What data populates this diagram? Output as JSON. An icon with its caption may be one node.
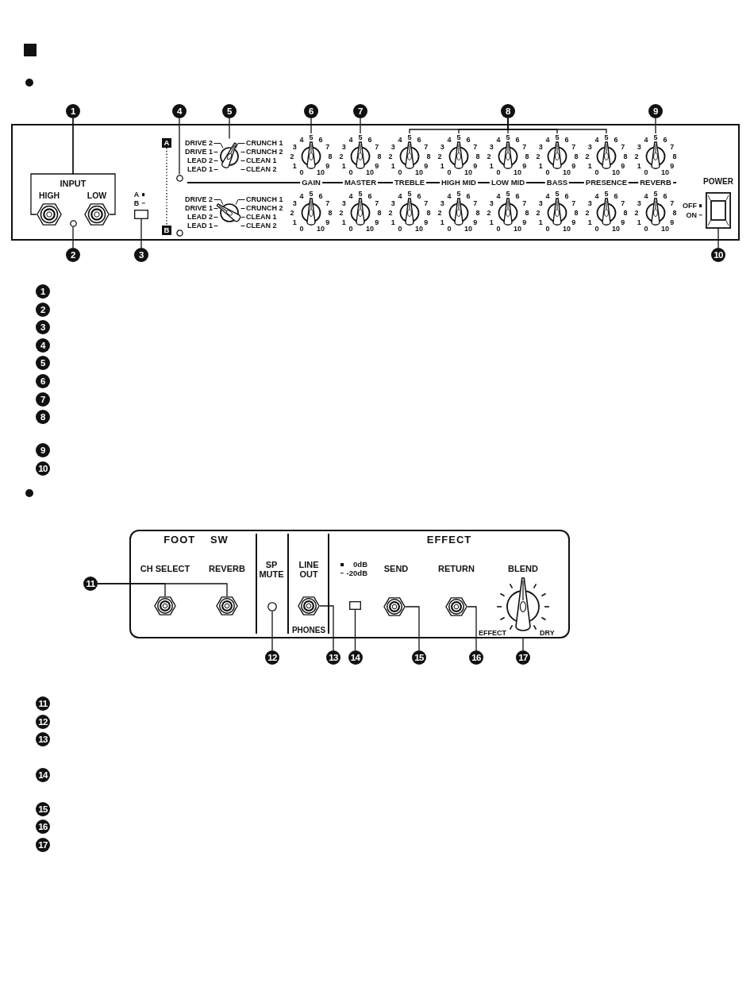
{
  "diagram": {
    "nodes": [
      {
        "text": [
          "1"
        ]
      },
      {
        "text": [
          "4"
        ]
      },
      {
        "text": [
          "5"
        ]
      },
      {
        "text": [
          "6"
        ]
      },
      {
        "text": [
          "7"
        ]
      },
      {
        "text": [
          "8"
        ]
      },
      {
        "text": [
          "9"
        ]
      },
      {
        "text": [],
        "shape": "picture"
      },
      {
        "text": [],
        "shape": "picture"
      },
      {
        "text": [],
        "shape": "circle"
      },
      {
        "text": [],
        "shape": "box",
        "beside": [
          "A",
          "B"
        ]
      },
      {
        "text": [
          "A"
        ]
      },
      {
        "text": [
          "B"
        ]
      },
      {
        "text": [],
        "shape": "circle"
      },
      {
        "text": [
          "DRIVE 2",
          "CRUNCH 1",
          "DRIVE 1",
          "CRUNCH 2",
          "LEAD 2",
          "CLEAN 1",
          "LEAD 1",
          "CLEAN 2"
        ]
      },
      {
        "text": [
          "DRIVE 2",
          "CRUNCH 1",
          "DRIVE 1",
          "CRUNCH 2",
          "LEAD 2",
          "CLEAN 1",
          "LEAD 1",
          "CLEAN 2"
        ]
      },
      {
        "text": [
          "0",
          "1",
          "2",
          "3",
          "4",
          "5",
          "6",
          "7",
          "8",
          "9",
          "10"
        ]
      },
      {
        "text": [
          "0",
          "1",
          "2",
          "3",
          "4",
          "5",
          "6",
          "7",
          "8",
          "9",
          "10"
        ]
      },
      {
        "text": [
          "0",
          "1",
          "2",
          "3",
          "4",
          "5",
          "6",
          "7",
          "8",
          "9",
          "10"
        ]
      },
      {
        "text": [
          "0",
          "1",
          "2",
          "3",
          "4",
          "5",
          "6",
          "7",
          "8",
          "9",
          "10"
        ]
      },
      {
        "text": [
          "0",
          "1",
          "2",
          "3",
          "4",
          "5",
          "6",
          "7",
          "8",
          "9",
          "10"
        ]
      },
      {
        "text": [
          "0",
          "1",
          "2",
          "3",
          "4",
          "5",
          "6",
          "7",
          "8",
          "9",
          "10"
        ]
      },
      {
        "text": [
          "0",
          "1",
          "2",
          "3",
          "4",
          "5",
          "6",
          "7",
          "8",
          "9",
          "10"
        ]
      },
      {
        "text": [
          "0",
          "1",
          "2",
          "3",
          "4",
          "5",
          "6",
          "7",
          "8",
          "9",
          "10"
        ]
      },
      {
        "text": [
          "0",
          "1",
          "2",
          "3",
          "4",
          "5",
          "6",
          "7",
          "8",
          "9",
          "10"
        ]
      },
      {
        "text": [
          "0",
          "1",
          "2",
          "3",
          "4",
          "5",
          "6",
          "7",
          "8",
          "9",
          "10"
        ]
      },
      {
        "text": [
          "0",
          "1",
          "2",
          "3",
          "4",
          "5",
          "6",
          "7",
          "8",
          "9",
          "10"
        ]
      },
      {
        "text": [
          "0",
          "1",
          "2",
          "3",
          "4",
          "5",
          "6",
          "7",
          "8",
          "9",
          "10"
        ]
      },
      {
        "text": [
          "0",
          "1",
          "2",
          "3",
          "4",
          "5",
          "6",
          "7",
          "8",
          "9",
          "10"
        ]
      },
      {
        "text": [
          "0",
          "1",
          "2",
          "3",
          "4",
          "5",
          "6",
          "7",
          "8",
          "9",
          "10"
        ]
      },
      {
        "text": [
          "0",
          "1",
          "2",
          "3",
          "4",
          "5",
          "6",
          "7",
          "8",
          "9",
          "10"
        ]
      },
      {
        "text": [
          "0",
          "1",
          "2",
          "3",
          "4",
          "5",
          "6",
          "7",
          "8",
          "9",
          "10"
        ]
      },
      {
        "text": [],
        "shape": "box",
        "beside": [
          "POWER",
          "OFF",
          "ON"
        ]
      },
      {
        "text": [
          "2"
        ]
      },
      {
        "text": [
          "3"
        ]
      },
      {
        "text": [
          "10"
        ]
      },
      {
        "text": [
          "1"
        ]
      },
      {
        "text": [
          "2"
        ]
      },
      {
        "text": [
          "3"
        ]
      },
      {
        "text": [
          "4"
        ]
      },
      {
        "text": [
          "5"
        ]
      },
      {
        "text": [
          "6"
        ]
      },
      {
        "text": [
          "7"
        ]
      },
      {
        "text": [
          "8"
        ]
      },
      {
        "text": [
          "9"
        ]
      },
      {
        "text": [
          "10"
        ]
      },
      {
        "text": [
          "11"
        ]
      },
      {
        "text": [],
        "shape": "picture"
      },
      {
        "text": [],
        "shape": "picture"
      },
      {
        "text": [],
        "shape": "circle"
      },
      {
        "text": [],
        "shape": "picture"
      },
      {
        "text": [],
        "shape": "box",
        "beside": [
          "0dB",
          "-20dB"
        ]
      },
      {
        "text": [],
        "shape": "picture"
      },
      {
        "text": [],
        "shape": "picture"
      },
      {
        "text": [
          "BLEND",
          "EFFECT",
          "DRY"
        ]
      },
      {
        "text": [
          "12"
        ]
      },
      {
        "text": [
          "13"
        ]
      },
      {
        "text": [
          "14"
        ]
      },
      {
        "text": [
          "15"
        ]
      },
      {
        "text": [
          "16"
        ]
      },
      {
        "text": [
          "17"
        ]
      },
      {
        "text": [
          "11"
        ]
      },
      {
        "text": [
          "12"
        ]
      },
      {
        "text": [
          "13"
        ]
      },
      {
        "text": [
          "14"
        ]
      },
      {
        "text": [
          "15"
        ]
      },
      {
        "text": [
          "16"
        ]
      },
      {
        "text": [
          "17"
        ]
      }
    ],
    "edges": [
      {
        "from": 0,
        "to": 7,
        "arrow": "none"
      },
      {
        "from": 0,
        "to": 8,
        "arrow": "none"
      },
      {
        "from": 33,
        "to": 9,
        "arrow": "none"
      },
      {
        "from": 34,
        "to": 10,
        "arrow": "none"
      },
      {
        "from": 1,
        "to": 13,
        "arrow": "none"
      },
      {
        "from": 2,
        "to": 14,
        "arrow": "none"
      },
      {
        "from": 3,
        "to": 16,
        "arrow": "none"
      },
      {
        "from": 4,
        "to": 17,
        "arrow": "none"
      },
      {
        "from": 5,
        "to": 18,
        "arrow": "none"
      },
      {
        "from": 5,
        "to": 19,
        "arrow": "none"
      },
      {
        "from": 5,
        "to": 20,
        "arrow": "none"
      },
      {
        "from": 5,
        "to": 21,
        "arrow": "none"
      },
      {
        "from": 5,
        "to": 22,
        "arrow": "none"
      },
      {
        "from": 6,
        "to": 23,
        "arrow": "none"
      },
      {
        "from": 35,
        "to": 32,
        "arrow": "none"
      },
      {
        "from": 11,
        "to": 12,
        "arrow": "none",
        "style": "dashed"
      },
      {
        "from": 46,
        "to": 47,
        "arrow": "none"
      },
      {
        "from": 46,
        "to": 48,
        "arrow": "none"
      },
      {
        "from": 55,
        "to": 49,
        "arrow": "none"
      },
      {
        "from": 56,
        "to": 50,
        "arrow": "none"
      },
      {
        "from": 57,
        "to": 51,
        "arrow": "none"
      },
      {
        "from": 58,
        "to": 52,
        "arrow": "none"
      },
      {
        "from": 59,
        "to": 53,
        "arrow": "none"
      },
      {
        "from": 60,
        "to": 54,
        "arrow": "none"
      }
    ],
    "labels": [
      "INPUT",
      "HIGH",
      "LOW",
      "GAIN",
      "MASTER",
      "TREBLE",
      "HIGH MID",
      "LOW MID",
      "BASS",
      "PRESENCE",
      "REVERB",
      "FOOT SW",
      "EFFECT",
      "CH SELECT",
      "REVERB",
      "SP MUTE",
      "LINE OUT",
      "SEND",
      "RETURN",
      "PHONES"
    ]
  }
}
